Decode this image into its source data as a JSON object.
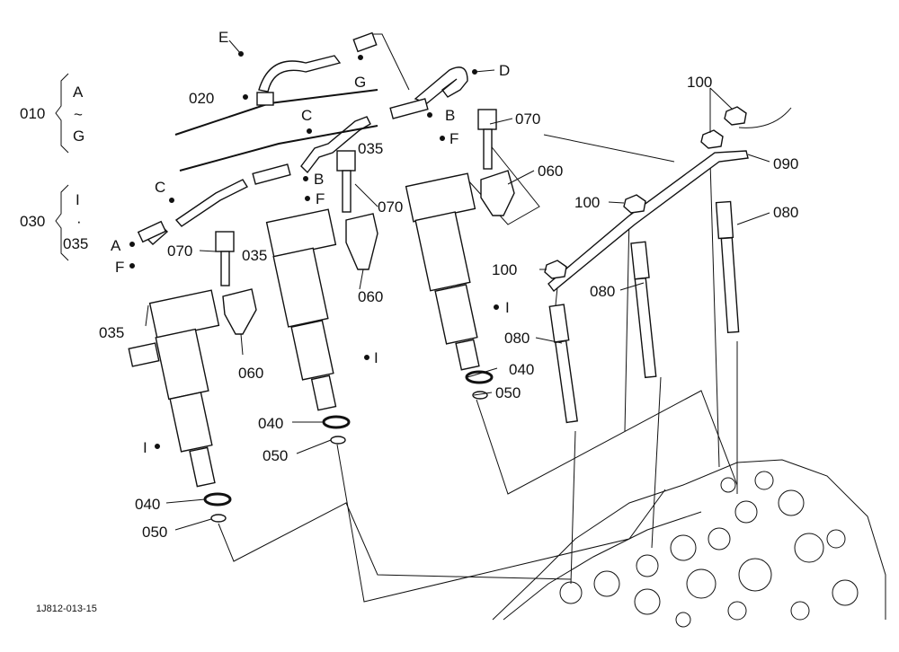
{
  "group_labels": {
    "g010": {
      "code": "010",
      "from": "A",
      "sym": "~",
      "to": "G"
    },
    "g030": {
      "code": "030",
      "from": "I",
      "sym": "·",
      "to": "035"
    }
  },
  "callouts": {
    "E": "E",
    "G": "G",
    "D": "D",
    "C1": "C",
    "C2": "C",
    "B1": "B",
    "B2": "B",
    "F1": "F",
    "F2": "F",
    "F3": "F",
    "A": "A",
    "p020": "020",
    "p070a": "070",
    "p070b": "070",
    "p070c": "070",
    "p035a": "035",
    "p035b": "035",
    "p035c": "035",
    "p060a": "060",
    "p060b": "060",
    "p060c": "060",
    "I1": "I",
    "I2": "I",
    "I3": "I",
    "p040a": "040",
    "p040b": "040",
    "p040c": "040",
    "p050a": "050",
    "p050b": "050",
    "p050c": "050",
    "p100a": "100",
    "p100b": "100",
    "p100c": "100",
    "p090": "090",
    "p080a": "080",
    "p080b": "080",
    "p080c": "080"
  },
  "figure_code": "1J812-013-15"
}
